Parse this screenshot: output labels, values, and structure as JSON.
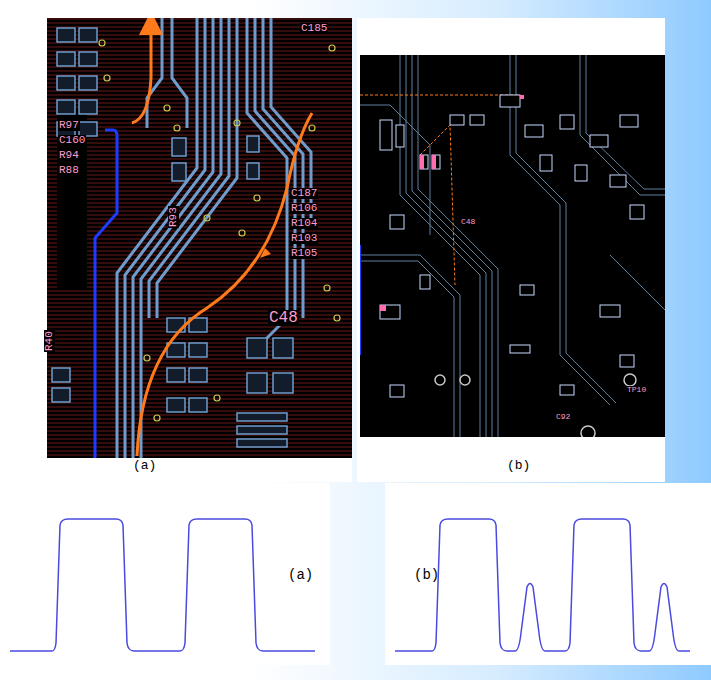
{
  "diagram": {
    "labels": [
      "R97",
      "C160",
      "R94",
      "R88",
      "C185",
      "R93",
      "C187",
      "R106",
      "R104",
      "R103",
      "R105",
      "C48",
      "R40",
      "(a)",
      "(b)",
      "C48",
      "TP10",
      "C92",
      "(a)",
      "(b)"
    ]
  }
}
